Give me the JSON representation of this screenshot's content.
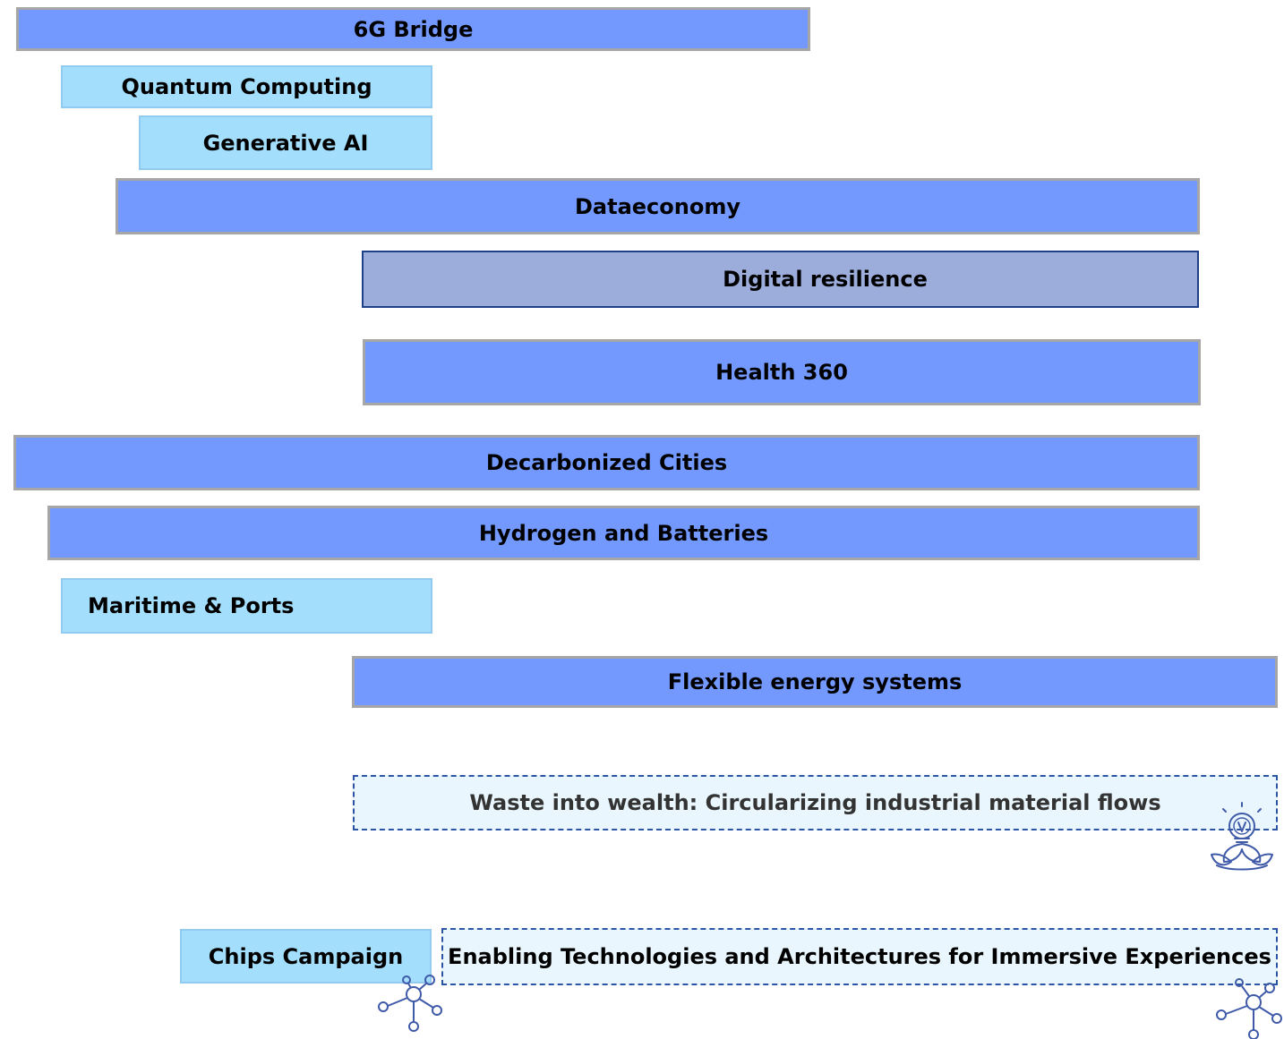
{
  "items": [
    {
      "label": "6G Bridge",
      "style": "dark"
    },
    {
      "label": "Quantum Computing",
      "style": "light"
    },
    {
      "label": "Generative AI",
      "style": "light"
    },
    {
      "label": "Dataeconomy",
      "style": "dark"
    },
    {
      "label": "Digital resilience",
      "style": "grey"
    },
    {
      "label": "Health 360",
      "style": "dark"
    },
    {
      "label": "Decarbonized Cities",
      "style": "dark"
    },
    {
      "label": "Hydrogen and Batteries",
      "style": "dark"
    },
    {
      "label": "Maritime & Ports",
      "style": "light"
    },
    {
      "label": "Flexible energy systems",
      "style": "dark"
    },
    {
      "label": "Waste into wealth: Circularizing industrial material flows",
      "style": "dashed"
    },
    {
      "label": "Chips Campaign",
      "style": "light"
    },
    {
      "label": "Enabling Technologies and Architectures for Immersive Experiences",
      "style": "dashed"
    }
  ],
  "colors": {
    "dark_bar": "#7399ff",
    "light_bar": "#a3dffd",
    "grey_bar": "#9daddb",
    "dashed_bar": "#e9f6fd",
    "icon_stroke": "#3f5aa8"
  },
  "icons": [
    "lotus-lightbulb-icon",
    "network-node-icon",
    "network-node-icon"
  ]
}
